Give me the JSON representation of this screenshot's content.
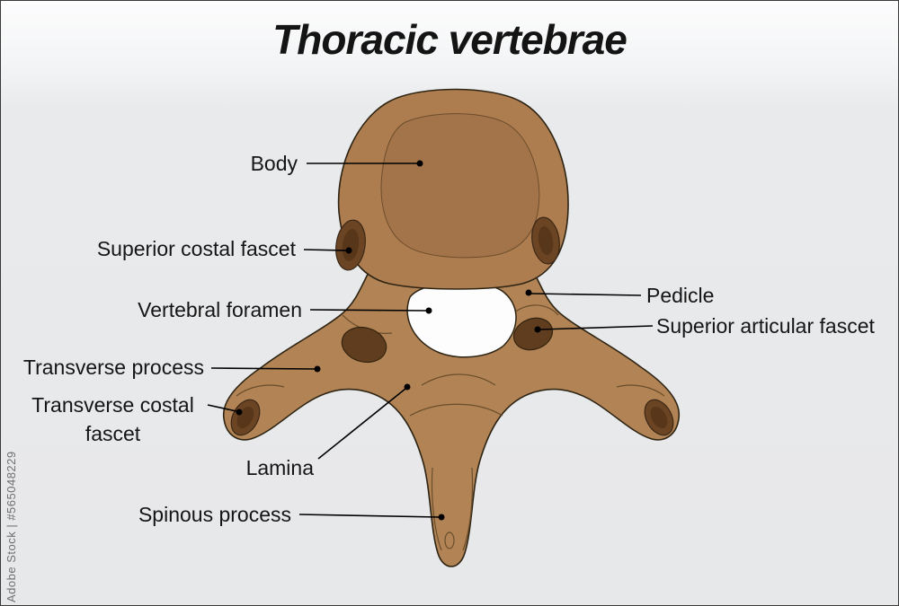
{
  "title": "Thoracic vertebrae",
  "watermark": "Adobe Stock | #565048229",
  "colors": {
    "background": "#e9eaec",
    "bone": "#b28455",
    "bone_body": "#ae7d4f",
    "bone_shade": "#a3744a",
    "fascet_dark": "#6b4423",
    "fascet_darker": "#583619",
    "outline": "#2e2414",
    "foramen": "#fdfdfd",
    "label_text": "#151515",
    "connector": "#000000",
    "watermark_text": "#6f6f6f"
  },
  "labels": {
    "body": "Body",
    "superior_costal_fascet": "Superior costal fascet",
    "vertebral_foramen": "Vertebral foramen",
    "transverse_process": "Transverse process",
    "transverse_costal_fascet": "Transverse costal fascet",
    "lamina": "Lamina",
    "spinous_process": "Spinous process",
    "pedicle": "Pedicle",
    "superior_articular_fascet": "Superior articular fascet"
  }
}
